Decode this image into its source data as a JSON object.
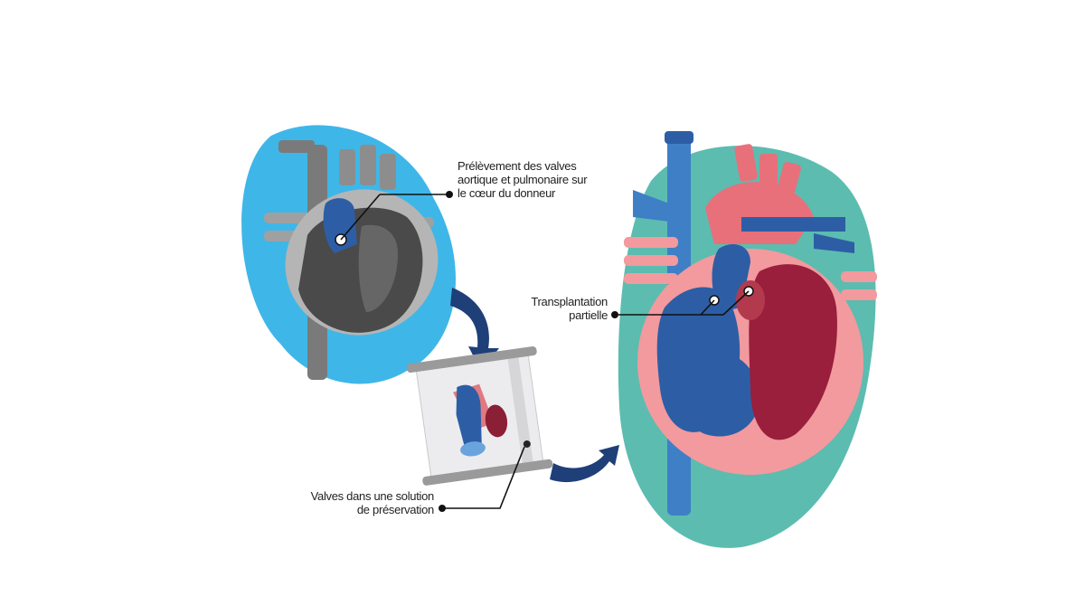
{
  "labels": {
    "donor": [
      "Prélèvement des valves",
      "aortique et pulmonaire sur",
      "le cœur du donneur"
    ],
    "transplant": [
      "Transplantation",
      "partielle"
    ],
    "preservation": [
      "Valves dans une solution",
      "de préservation"
    ]
  },
  "colors": {
    "donor_blob": "#3fb6e8",
    "recipient_blob": "#5cbcb0",
    "arrow": "#1f3f78",
    "vessel_blue": "#3f7fc6",
    "heart_pink": "#f29a9e",
    "heart_red": "#9a1f3c",
    "heart_blue": "#2d5ea5",
    "donor_grey": "#9a9a9a"
  }
}
